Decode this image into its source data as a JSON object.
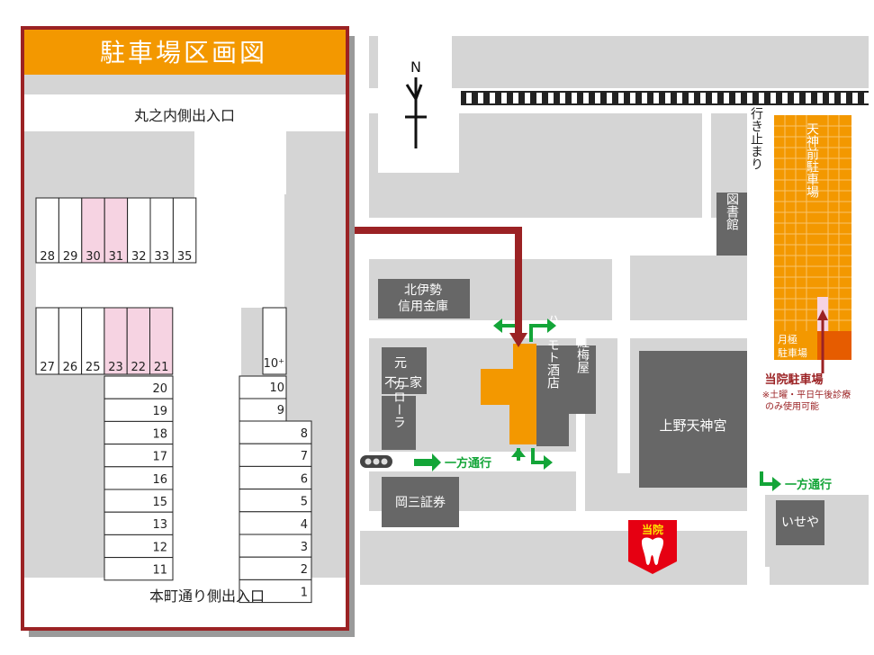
{
  "panel": {
    "title": "駐車場区画図",
    "exit_top": "丸之内側出入口",
    "exit_bottom": "本町通り側出入口",
    "top_row": [
      {
        "label": "28",
        "highlight": false
      },
      {
        "label": "29",
        "highlight": false
      },
      {
        "label": "30",
        "highlight": true
      },
      {
        "label": "31",
        "highlight": true
      },
      {
        "label": "32",
        "highlight": false
      },
      {
        "label": "33",
        "highlight": false
      },
      {
        "label": "35",
        "highlight": false
      }
    ],
    "mid_row": [
      {
        "label": "27",
        "highlight": false
      },
      {
        "label": "26",
        "highlight": false
      },
      {
        "label": "25",
        "highlight": false
      },
      {
        "label": "23",
        "highlight": true
      },
      {
        "label": "22",
        "highlight": true
      },
      {
        "label": "21",
        "highlight": true
      }
    ],
    "left_column": [
      "20",
      "19",
      "18",
      "17",
      "16",
      "15",
      "13",
      "12",
      "11"
    ],
    "right_column_upper": [
      "10⁺",
      "10",
      "9"
    ],
    "right_column_lower": [
      "8",
      "7",
      "6",
      "5",
      "4",
      "3",
      "2",
      "1"
    ]
  },
  "map": {
    "north": "N",
    "dead_end": "行き止まり",
    "tenjinmae_parking": "天神前駐車場",
    "monthly_parking": "月極駐車場",
    "clinic_parking": "当院駐車場",
    "clinic_parking_note1": "※土曜・平日午後診療",
    "clinic_parking_note2": "のみ使用可能",
    "library": "図書館",
    "kitaise_line1": "北伊勢",
    "kitaise_line2": "信用金庫",
    "motofujiya_line1": "元",
    "motofujiya_line2": "不二家",
    "corolla": "カローラ",
    "hashimoto": "ハシモト酒店",
    "kobaiya": "紅梅屋",
    "ueno_tenjingu": "上野天神宮",
    "okasan": "岡三証券",
    "iseya": "いせや",
    "one_way_1": "一方通行",
    "one_way_2": "一方通行",
    "clinic_label": "当院"
  },
  "colors": {
    "orange": "#f39800",
    "dark_red": "#9b2224",
    "pink": "#f6d3e2",
    "green": "#13a538",
    "block_gray": "#d5d5d5",
    "building_gray": "#676767",
    "clinic_red": "#e60012"
  }
}
